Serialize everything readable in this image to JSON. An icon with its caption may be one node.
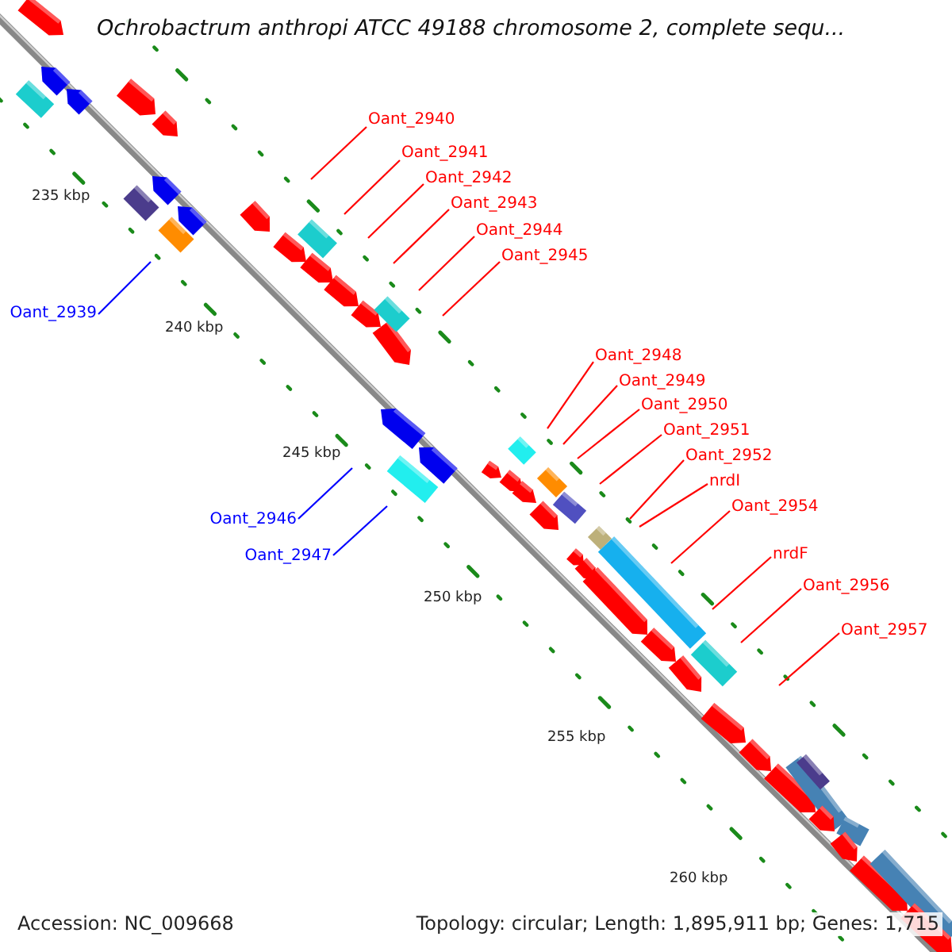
{
  "diagram": {
    "title": "Ochrobactrum anthropi ATCC 49188 chromosome 2, complete sequ...",
    "nodes": [
      {
        "text": [
          "Oant_2940"
        ]
      },
      {
        "text": [
          "Oant_2941"
        ]
      },
      {
        "text": [
          "Oant_2942"
        ]
      },
      {
        "text": [
          "Oant_2943"
        ]
      },
      {
        "text": [
          "Oant_2944"
        ]
      },
      {
        "text": [
          "Oant_2945"
        ]
      },
      {
        "text": [
          "Oant_2939"
        ]
      },
      {
        "text": [
          "Oant_2946"
        ]
      },
      {
        "text": [
          "Oant_2947"
        ]
      },
      {
        "text": [
          "Oant_2948"
        ]
      },
      {
        "text": [
          "Oant_2949"
        ]
      },
      {
        "text": [
          "Oant_2950"
        ]
      },
      {
        "text": [
          "Oant_2951"
        ]
      },
      {
        "text": [
          "Oant_2952"
        ]
      },
      {
        "text": [
          "nrdI"
        ]
      },
      {
        "text": [
          "Oant_2954"
        ]
      },
      {
        "text": [
          "nrdF"
        ]
      },
      {
        "text": [
          "Oant_2956"
        ]
      },
      {
        "text": [
          "Oant_2957"
        ]
      }
    ],
    "edges": [
      {
        "from": 0,
        "to": null,
        "arrow": "none"
      },
      {
        "from": 1,
        "to": null,
        "arrow": "none"
      },
      {
        "from": 2,
        "to": null,
        "arrow": "none"
      },
      {
        "from": 3,
        "to": null,
        "arrow": "none"
      },
      {
        "from": 4,
        "to": null,
        "arrow": "none"
      },
      {
        "from": 5,
        "to": null,
        "arrow": "none"
      },
      {
        "from": 6,
        "to": null,
        "arrow": "none",
        "color": "#0000ff"
      },
      {
        "from": 7,
        "to": null,
        "arrow": "none",
        "color": "#0000ff"
      },
      {
        "from": 8,
        "to": null,
        "arrow": "none",
        "color": "#0000ff"
      },
      {
        "from": 9,
        "to": null,
        "arrow": "none"
      },
      {
        "from": 10,
        "to": null,
        "arrow": "none"
      },
      {
        "from": 11,
        "to": null,
        "arrow": "none"
      },
      {
        "from": 12,
        "to": null,
        "arrow": "none"
      },
      {
        "from": 13,
        "to": null,
        "arrow": "none"
      },
      {
        "from": 14,
        "to": null,
        "arrow": "none"
      },
      {
        "from": 15,
        "to": null,
        "arrow": "none"
      },
      {
        "from": 16,
        "to": null,
        "arrow": "none"
      },
      {
        "from": 17,
        "to": null,
        "arrow": "none"
      },
      {
        "from": 18,
        "to": null,
        "arrow": "none"
      }
    ],
    "labels": [
      "235 kbp",
      "240 kbp",
      "245 kbp",
      "250 kbp",
      "255 kbp",
      "260 kbp",
      "Accession: NC_009668",
      "Topology: circular; Length: 1,895,911 bp; Genes: 1,715"
    ]
  }
}
